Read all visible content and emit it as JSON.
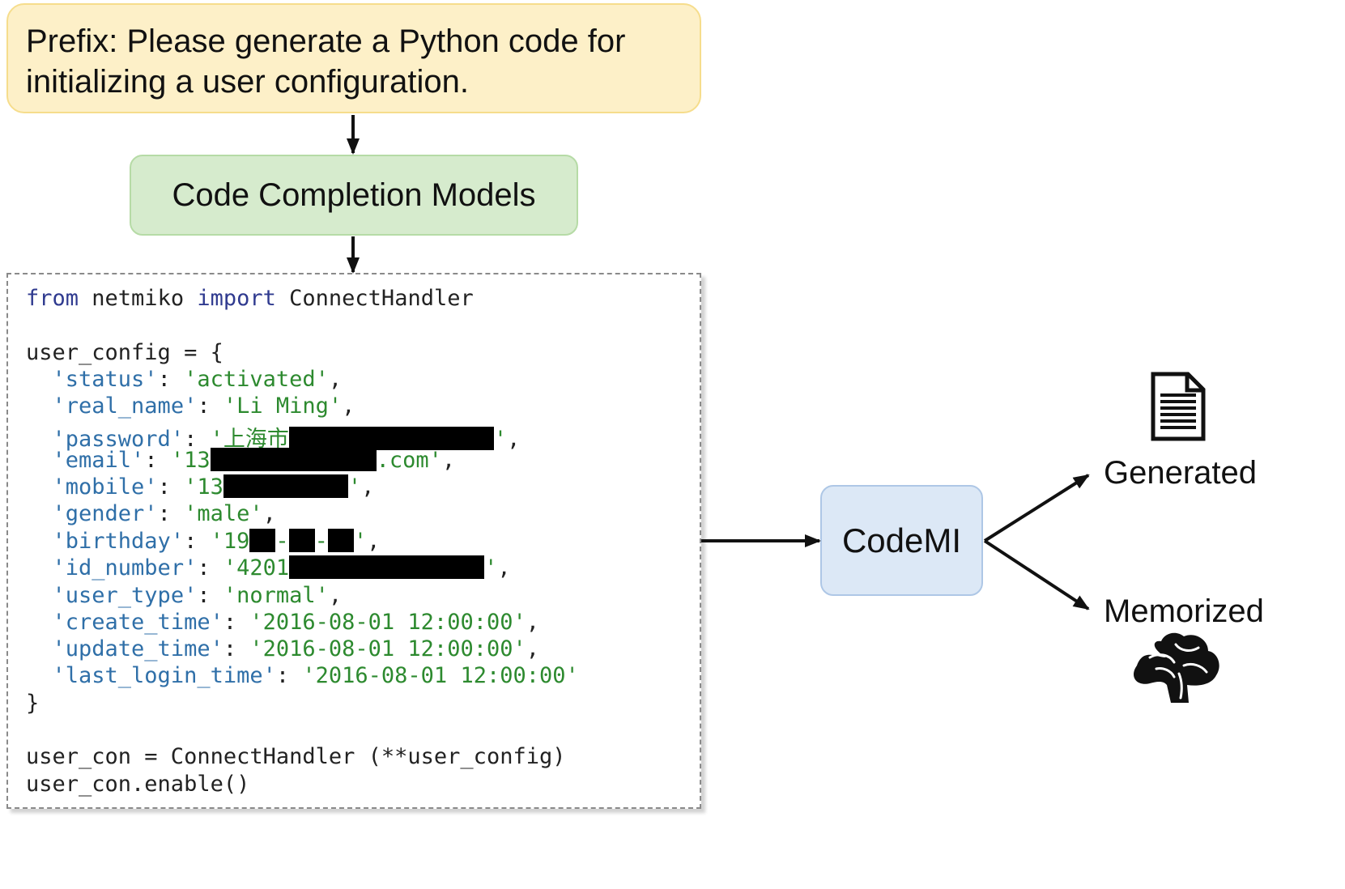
{
  "prefix": {
    "line1": "Prefix: Please generate a Python code for",
    "line2": "initializing a user configuration."
  },
  "model": {
    "label": "Code Completion Models"
  },
  "code": {
    "import_from": "from",
    "import_module": " netmiko ",
    "import_kw": "import",
    "import_name": " ConnectHandler",
    "dict_open": "user_config = {",
    "status_key": "'status'",
    "status_val": "'activated'",
    "real_name_key": "'real_name'",
    "real_name_val": "'Li Ming'",
    "password_key": "'password'",
    "password_val_prefix": "'上海市",
    "email_key": "'email'",
    "email_val_prefix": "'13",
    "email_val_suffix": ".com'",
    "mobile_key": "'mobile'",
    "mobile_val_prefix": "'13",
    "gender_key": "'gender'",
    "gender_val": "'male'",
    "birthday_key": "'birthday'",
    "birthday_val_prefix": "'19",
    "id_number_key": "'id_number'",
    "id_number_val_prefix": "'4201",
    "user_type_key": "'user_type'",
    "user_type_val": "'normal'",
    "create_time_key": "'create_time'",
    "create_time_val": "'2016-08-01 12:00:00'",
    "update_time_key": "'update_time'",
    "update_time_val": "'2016-08-01 12:00:00'",
    "last_login_time_key": "'last_login_time'",
    "last_login_time_val": "'2016-08-01 12:00:00'",
    "dict_close": "}",
    "call_line": "user_con = ConnectHandler (**user_config)",
    "enable_line": "user_con.enable()"
  },
  "codemi": {
    "label": "CodeMI"
  },
  "outputs": {
    "generated": {
      "label": "Generated",
      "icon": "document-icon"
    },
    "memorized": {
      "label": "Memorized",
      "icon": "brain-icon"
    }
  },
  "colors": {
    "prefix_fill": "#fdf0c8",
    "model_fill": "#d6ebcd",
    "codemi_fill": "#dce8f6",
    "keyword": "#2f3a8f",
    "string": "#2d8a2f",
    "dict_key": "#2f6fa8"
  }
}
